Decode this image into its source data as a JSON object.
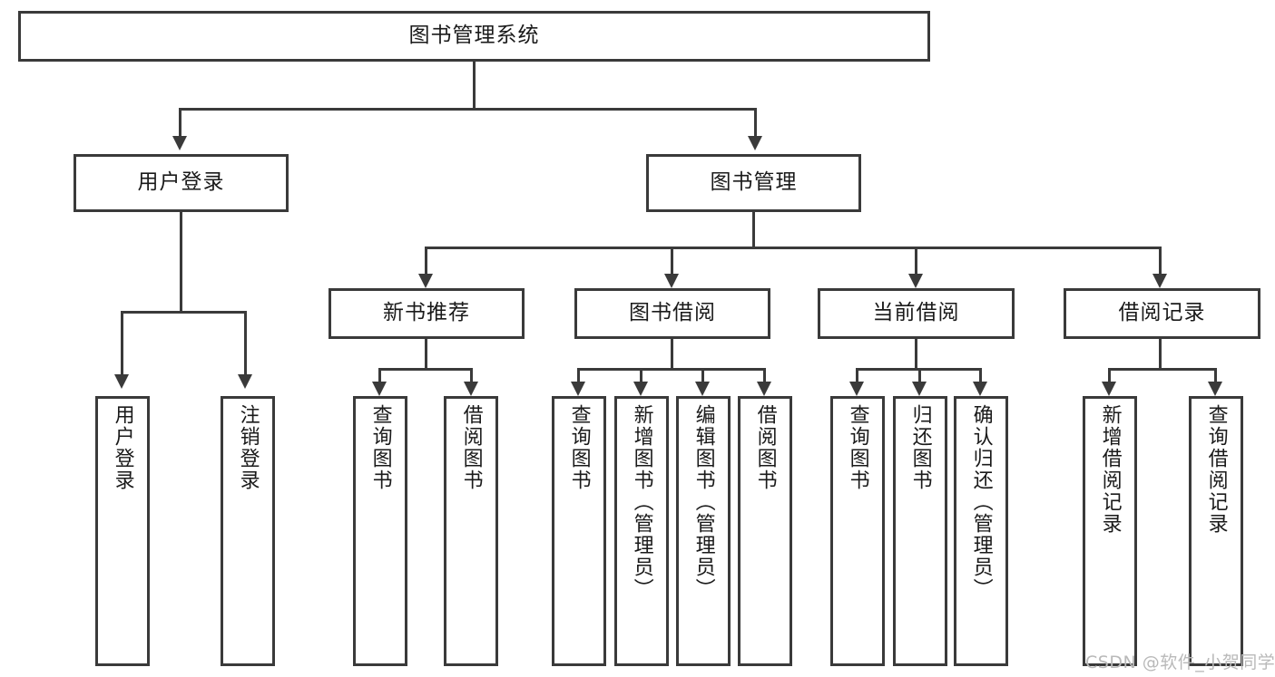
{
  "diagram": {
    "kind": "hierarchy-tree",
    "title": "图书管理系统",
    "watermark": "CSDN @软件_小贺同学",
    "colors": {
      "stroke": "#3a3a3a",
      "fill": "#ffffff",
      "text": "#1a1a1a",
      "watermark": "#b9b9b9"
    },
    "root": {
      "label": "图书管理系统"
    },
    "level1": [
      {
        "id": "user-login",
        "label": "用户登录"
      },
      {
        "id": "book-manage",
        "label": "图书管理"
      }
    ],
    "level2": [
      {
        "id": "new-book-recommend",
        "label": "新书推荐",
        "parent": "book-manage"
      },
      {
        "id": "book-borrow",
        "label": "图书借阅",
        "parent": "book-manage"
      },
      {
        "id": "current-borrow",
        "label": "当前借阅",
        "parent": "book-manage"
      },
      {
        "id": "borrow-record",
        "label": "借阅记录",
        "parent": "book-manage"
      }
    ],
    "leaves": [
      {
        "id": "leaf-user-login",
        "label": "用户登录",
        "parent": "user-login"
      },
      {
        "id": "leaf-user-logout",
        "label": "注销登录",
        "parent": "user-login"
      },
      {
        "id": "leaf-query-book-1",
        "label": "查询图书",
        "parent": "new-book-recommend"
      },
      {
        "id": "leaf-borrow-book-1",
        "label": "借阅图书",
        "parent": "new-book-recommend"
      },
      {
        "id": "leaf-query-book-2",
        "label": "查询图书",
        "parent": "book-borrow"
      },
      {
        "id": "leaf-add-book",
        "label": "新增图书（管理员）",
        "parent": "book-borrow"
      },
      {
        "id": "leaf-edit-book",
        "label": "编辑图书（管理员）",
        "parent": "book-borrow"
      },
      {
        "id": "leaf-borrow-book-2",
        "label": "借阅图书",
        "parent": "book-borrow"
      },
      {
        "id": "leaf-query-book-3",
        "label": "查询图书",
        "parent": "current-borrow"
      },
      {
        "id": "leaf-return-book",
        "label": "归还图书",
        "parent": "current-borrow"
      },
      {
        "id": "leaf-confirm-return",
        "label": "确认归还（管理员）",
        "parent": "current-borrow"
      },
      {
        "id": "leaf-add-record",
        "label": "新增借阅记录",
        "parent": "borrow-record"
      },
      {
        "id": "leaf-query-record",
        "label": "查询借阅记录",
        "parent": "borrow-record"
      }
    ]
  }
}
